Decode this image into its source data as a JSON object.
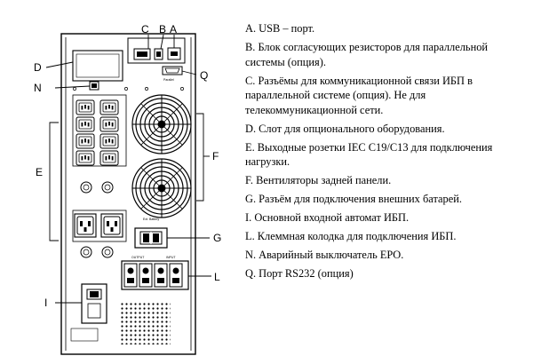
{
  "callouts": {
    "A": "A",
    "B": "B",
    "C": "C",
    "D": "D",
    "N": "N",
    "Q": "Q",
    "E": "E",
    "F": "F",
    "G": "G",
    "L": "L",
    "I": "I"
  },
  "panel_labels": {
    "parallel": "Parallel",
    "ext_battery": "Ext. Battery",
    "output": "OUTPUT",
    "input": "INPUT"
  },
  "legend": [
    "A. USB – порт.",
    "B. Блок согласующих резисторов для  параллельной системы (опция).",
    "C. Разъёмы для коммуникационной связи ИБП в параллельной системе (опция). Не для телекоммуникационной сети.",
    "D. Слот для опционального оборудования.",
    "E. Выходные розетки IEC C19/C13 для подключения нагрузки.",
    "F. Вентиляторы задней панели.",
    "G. Разъём для подключения внешних батарей.",
    "I. Основной   входной  автомат  ИБП.",
    "L. Клеммная колодка для подключения ИБП.",
    "N. Аварийный выключатель EPO.",
    "Q. Порт RS232 (опция)"
  ]
}
